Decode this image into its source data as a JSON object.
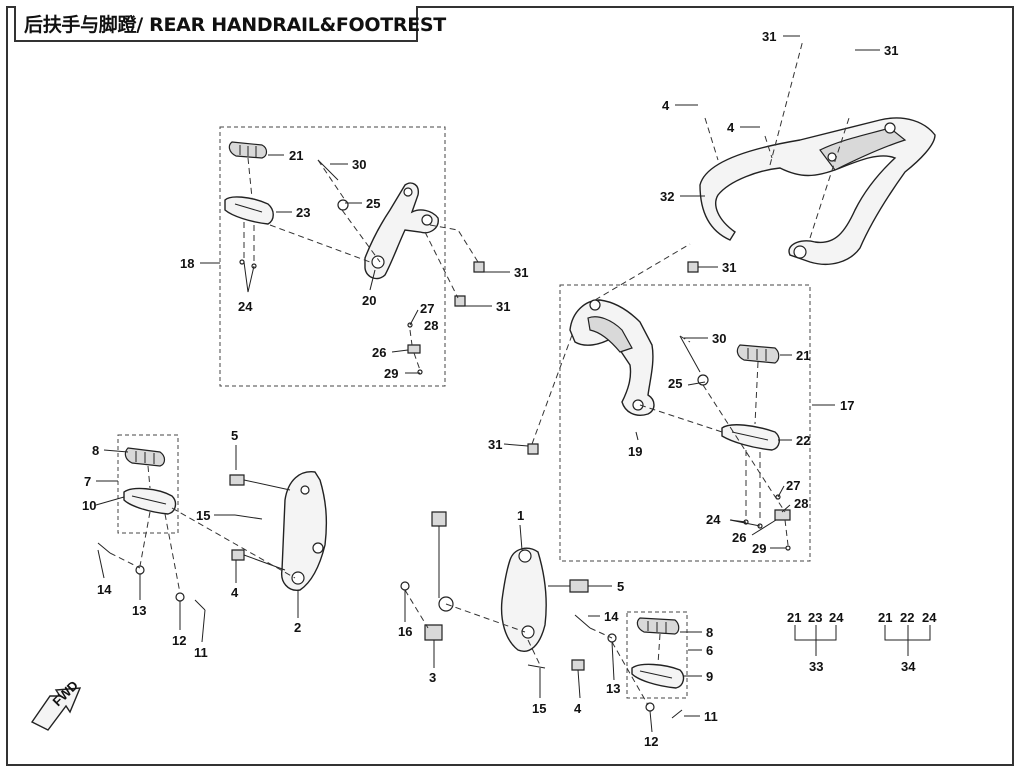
{
  "title": "后扶手与脚蹬/ REAR HANDRAIL&FOOTREST",
  "callouts": {
    "n1": "1",
    "n2": "2",
    "n3": "3",
    "n4": "4",
    "n5": "5",
    "n6": "6",
    "n7": "7",
    "n8": "8",
    "n9": "9",
    "n10": "10",
    "n11": "11",
    "n12": "12",
    "n13": "13",
    "n14": "14",
    "n15": "15",
    "n16": "16",
    "n17": "17",
    "n18": "18",
    "n19": "19",
    "n20": "20",
    "n21": "21",
    "n22": "22",
    "n23": "23",
    "n24": "24",
    "n25": "25",
    "n26": "26",
    "n27": "27",
    "n28": "28",
    "n29": "29",
    "n30": "30",
    "n31": "31",
    "n32": "32",
    "n33": "33",
    "n34": "34"
  },
  "kits": [
    {
      "parts": [
        "21",
        "23",
        "24"
      ],
      "kit": "33"
    },
    {
      "parts": [
        "21",
        "22",
        "24"
      ],
      "kit": "34"
    }
  ],
  "fwd_label": "FWD"
}
